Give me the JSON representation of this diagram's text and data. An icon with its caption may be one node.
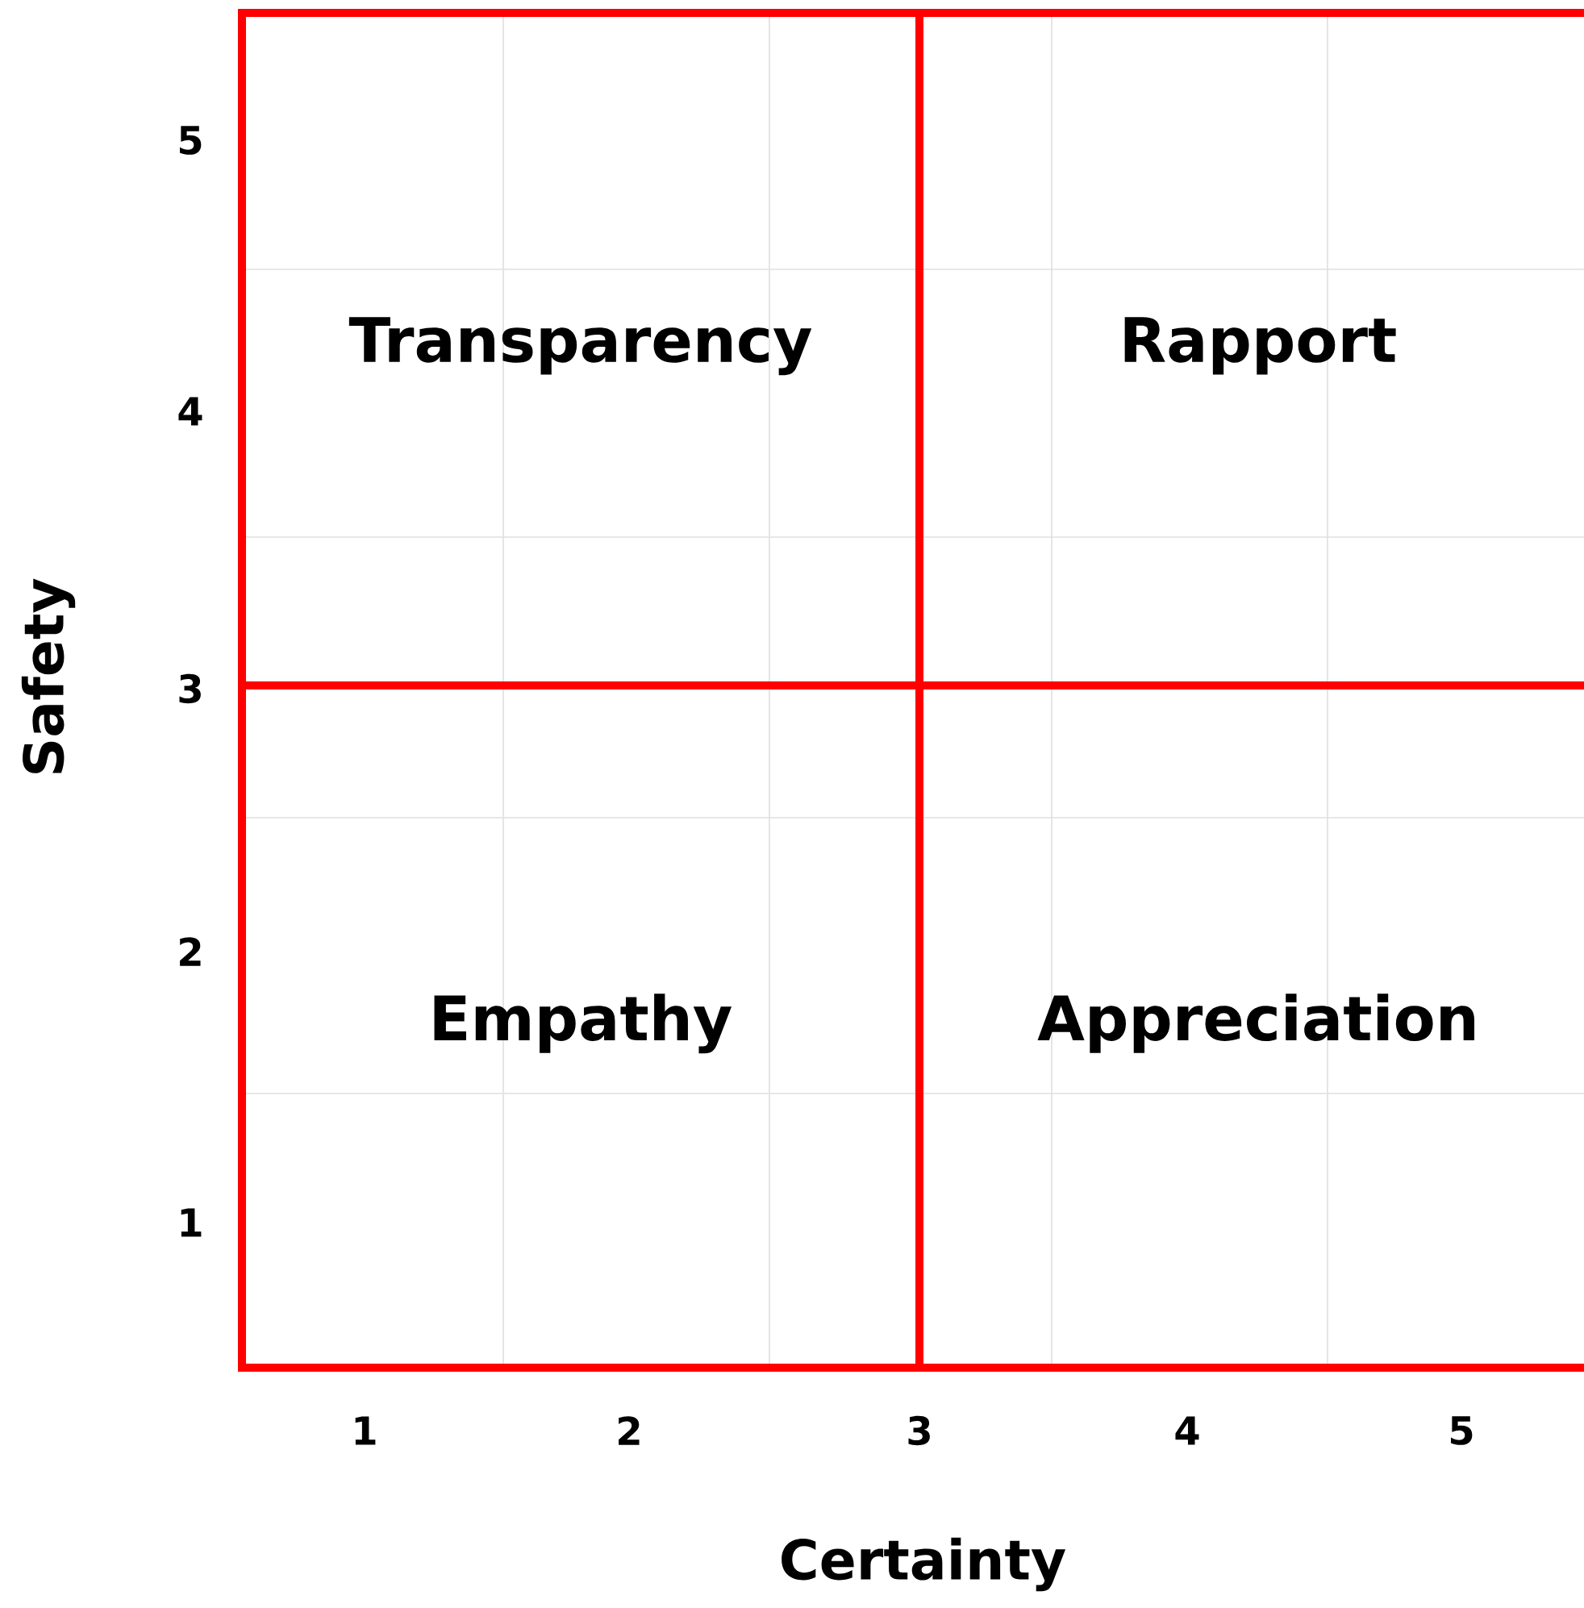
{
  "diagram": {
    "nodes": [
      {
        "text": [
          "Transparency"
        ]
      },
      {
        "text": [
          "Rapport"
        ]
      },
      {
        "text": [
          "Empathy"
        ]
      },
      {
        "text": [
          "Appreciation"
        ]
      }
    ],
    "labels": [
      "5",
      "4",
      "3",
      "2",
      "1",
      "Safety",
      "1",
      "2",
      "3",
      "4",
      "5",
      "Certainty"
    ]
  }
}
